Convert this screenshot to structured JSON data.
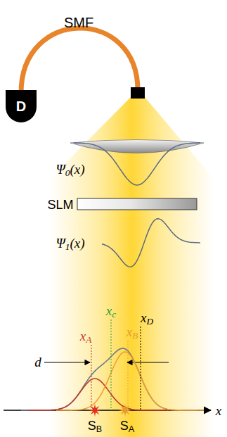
{
  "diagram": {
    "nodes": [
      {
        "text": [
          "D"
        ]
      }
    ],
    "labels": [
      "SMF",
      "Ψ0(x)",
      "SLM",
      "Ψ1(x)",
      "xc",
      "xD",
      "xA",
      "xB",
      "d",
      "SB",
      "SA",
      "x"
    ]
  }
}
